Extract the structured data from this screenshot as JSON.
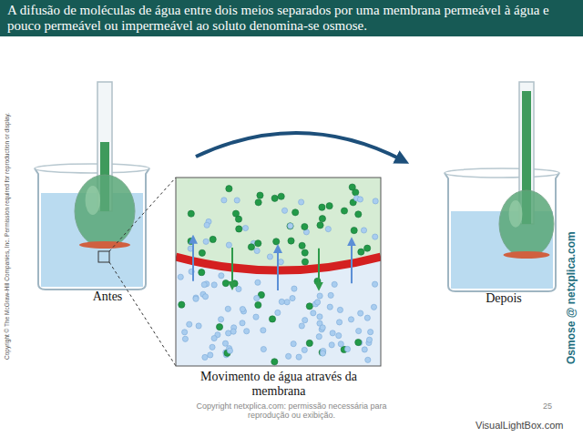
{
  "diagram": {
    "title": "A difusão de moléculas de água entre dois meios separados por uma membrana permeável à água e pouco permeável ou impermeável ao soluto denomina-se osmose.",
    "caption": "Movimento de água através da membrana",
    "labels": [
      "Antes",
      "Depois",
      "Copyright © The McGraw-Hill Companies, Inc. Permission required for reproduction or display.",
      "Osmose @ netxplica.com",
      "Copyright netxplica.com: permissão necessária para reprodução ou exibição.",
      "25",
      "VisualLightBox.com"
    ]
  }
}
